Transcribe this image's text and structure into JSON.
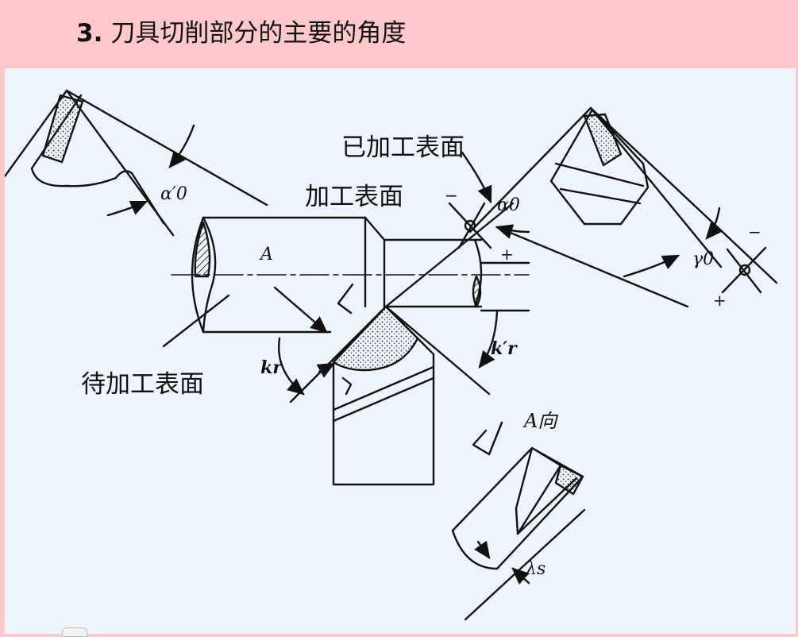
{
  "header": {
    "number": "3.",
    "title": "刀具切削部分的主要的角度"
  },
  "figure": {
    "labels": {
      "machined_surface": "已加工表面",
      "transient_surface": "加工表面",
      "work_surface": "待加工表面",
      "section_a": "A",
      "view_a": "A向",
      "alpha0_prime": "α′0",
      "alpha0": "α0",
      "gamma0": "γ0",
      "kr": "kr",
      "kr_prime": "k′r",
      "lambda_s": "λs",
      "minus_1": "−",
      "plus_1": "+",
      "minus_2": "−",
      "plus_2": "+"
    }
  },
  "colors": {
    "header_bg": "#ffc9cb",
    "figure_bg": "#eef4fb",
    "ink": "#111111"
  }
}
